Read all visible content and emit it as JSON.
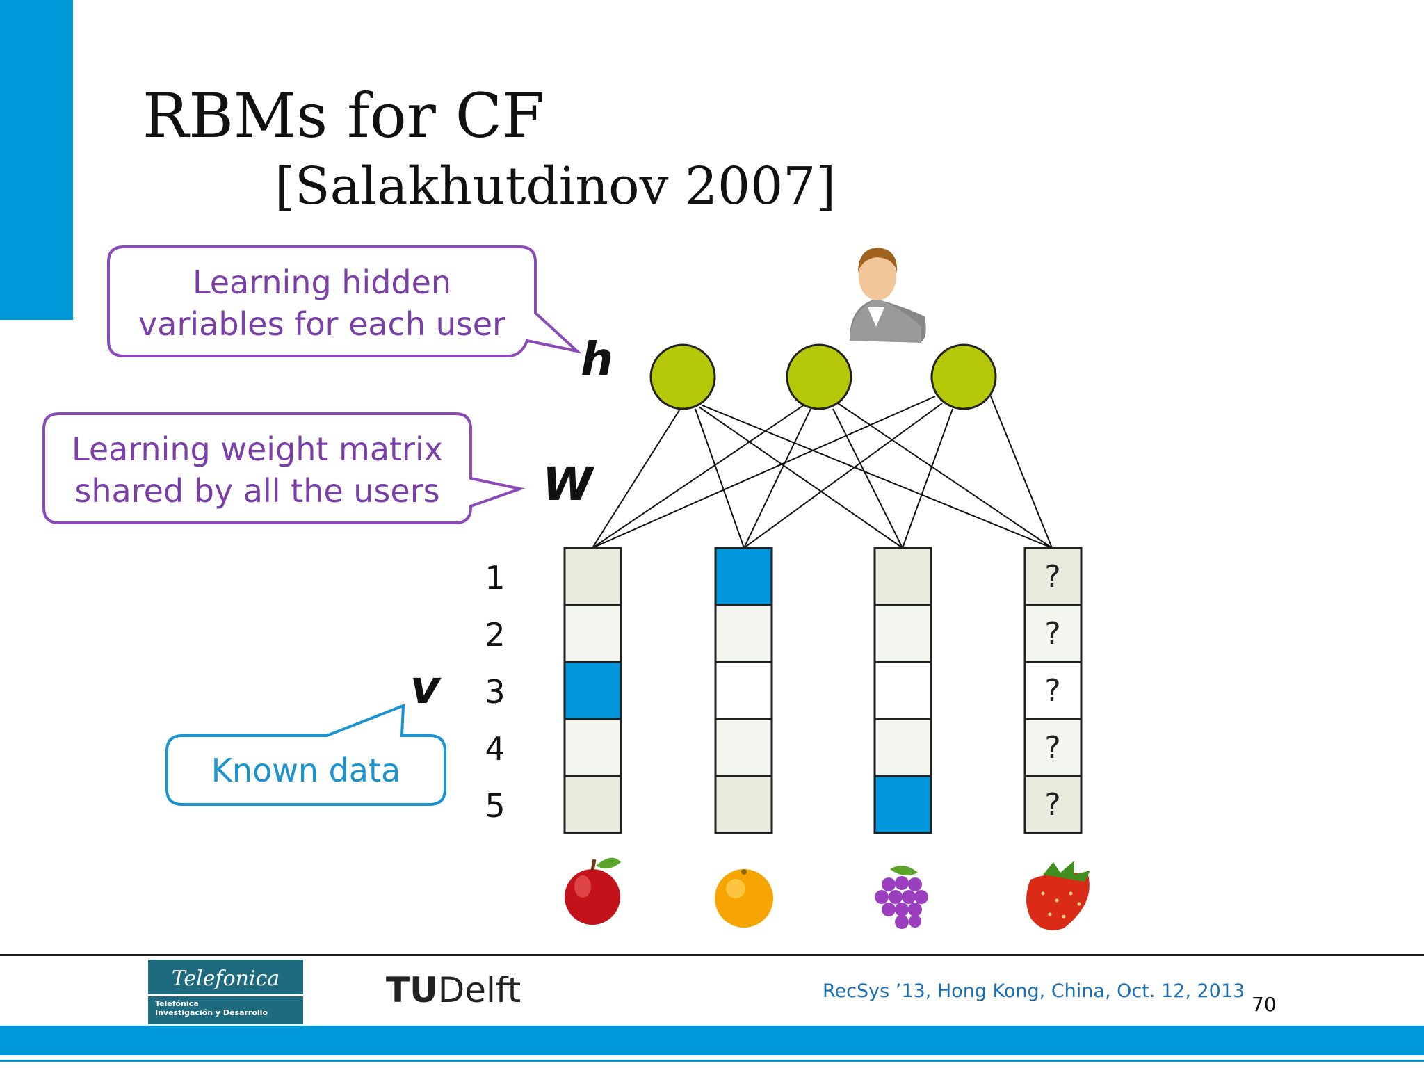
{
  "slide": {
    "title": "RBMs for CF",
    "subtitle": "[Salakhutdinov 2007]",
    "page_number": "70"
  },
  "callouts": {
    "hidden": [
      "Learning hidden",
      "variables for each user"
    ],
    "weights": [
      "Learning weight matrix",
      "shared by all the users"
    ],
    "known": "Known data"
  },
  "labels": {
    "h": "h",
    "w": "W",
    "v": "v"
  },
  "rows": [
    "1",
    "2",
    "3",
    "4",
    "5"
  ],
  "items": [
    {
      "icon": "apple-icon",
      "selected_rating": 3
    },
    {
      "icon": "orange-icon",
      "selected_rating": 1
    },
    {
      "icon": "grapes-icon",
      "selected_rating": 5
    },
    {
      "icon": "strawberry-icon",
      "selected_rating": null,
      "unknown_mark": "?"
    }
  ],
  "colors": {
    "accent_blue": "#0099d8",
    "hidden_node": "#b5c80a",
    "callout_purple": "#7a3ea8",
    "callout_cyan": "#1a93d0"
  },
  "footer": {
    "telefonica_brand": "Telefonica",
    "telefonica_sub_1": "Telefónica",
    "telefonica_sub_2": "Investigación y Desarrollo",
    "tudelft_tu": "TU",
    "tudelft_rest": "Delft",
    "conference": "RecSys ’13, Hong Kong, China, Oct. 12, 2013"
  }
}
